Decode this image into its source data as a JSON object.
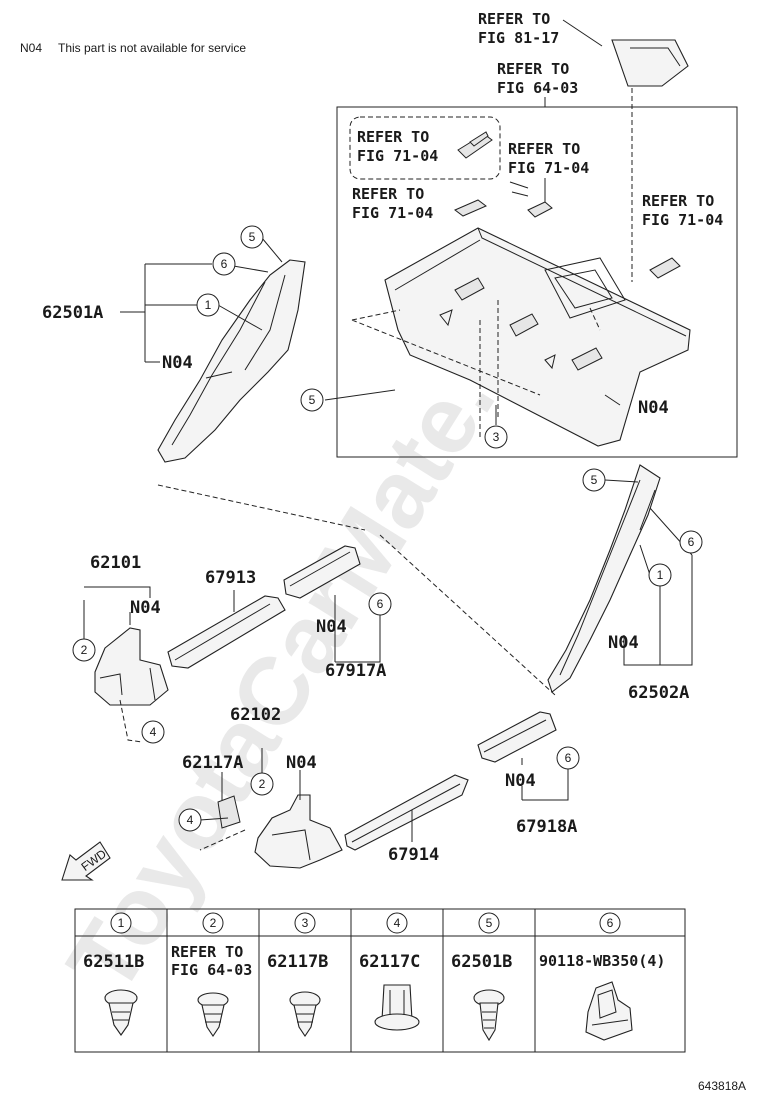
{
  "note": {
    "code": "N04",
    "text": "This part is not available for service"
  },
  "refers": {
    "r81": [
      "REFER TO",
      "FIG 81-17"
    ],
    "r64": [
      "REFER TO",
      "FIG 64-03"
    ],
    "r71a": [
      "REFER TO",
      "FIG 71-04"
    ],
    "r71b": [
      "REFER TO",
      "FIG 71-04"
    ],
    "r71c": [
      "REFER TO",
      "FIG 71-04"
    ],
    "r71d": [
      "REFER TO",
      "FIG 71-04"
    ]
  },
  "labels": {
    "p62501A": "62501A",
    "p62502A": "62502A",
    "p62101": "62101",
    "p67913": "67913",
    "p67917A": "67917A",
    "p62102": "62102",
    "p62117A": "62117A",
    "p67914": "67914",
    "p67918A": "67918A",
    "n04": "N04"
  },
  "circles": [
    "1",
    "2",
    "3",
    "4",
    "5",
    "6"
  ],
  "fwd": "FWD",
  "watermark": "ToyotaCarMate.ru",
  "table": {
    "nums": [
      "1",
      "2",
      "3",
      "4",
      "5",
      "6"
    ],
    "parts": [
      "62511B",
      "REFER TO|FIG 64-03",
      "62117B",
      "62117C",
      "62501B",
      "90118-WB350(4)"
    ]
  },
  "figure_id": "643818A"
}
